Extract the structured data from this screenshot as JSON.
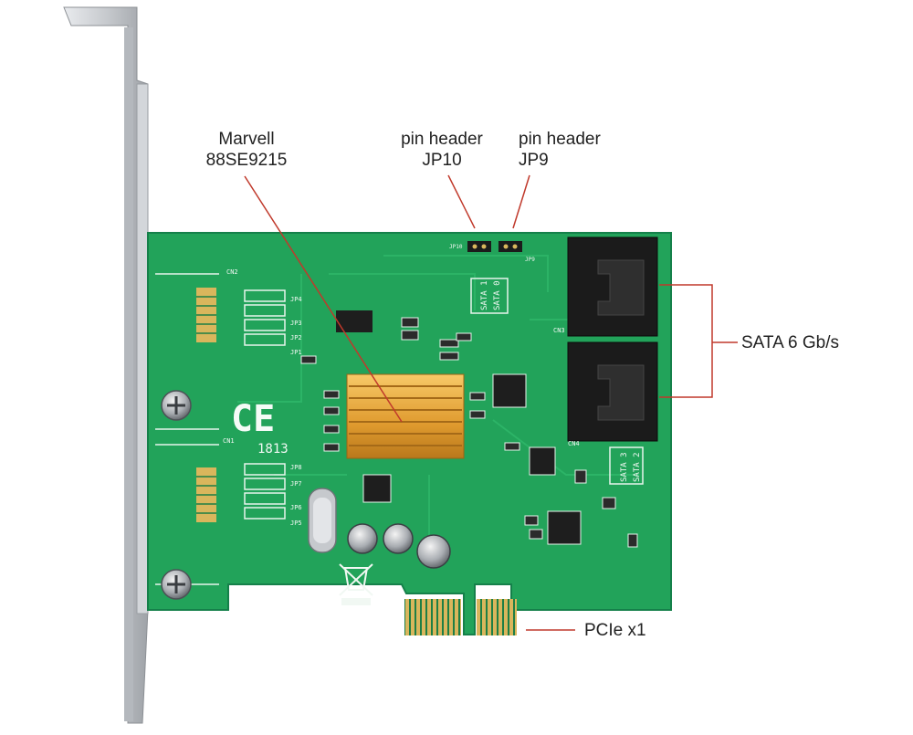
{
  "callouts": {
    "controller": {
      "line1": "Marvell",
      "line2": "88SE9215"
    },
    "jp10": {
      "line1": "pin header",
      "line2": "JP10"
    },
    "jp9": {
      "line1": "pin header",
      "line2": "JP9"
    },
    "sata": {
      "text": "SATA 6 Gb/s"
    },
    "pcie": {
      "text": "PCIe x1"
    }
  },
  "board_silkscreen": {
    "ce_mark": "CE",
    "connectors": [
      "CN1",
      "CN2",
      "CN3",
      "CN4"
    ],
    "sata_ports": [
      "SATA 0",
      "SATA 1",
      "SATA 2",
      "SATA 3"
    ],
    "jumpers": [
      "JP1",
      "JP2",
      "JP3",
      "JP4",
      "JP5",
      "JP6",
      "JP7",
      "JP8"
    ],
    "headers": [
      "JP10",
      "JP9"
    ],
    "date_code": "1813"
  },
  "colors": {
    "pcb": "#22a35a",
    "pcb_dark": "#15804a",
    "heatsink": "#e3a33a",
    "bracket": "#c9ccd0",
    "connector": "#1b1b1b",
    "gold": "#d6b35a",
    "leader": "#c0392b",
    "text": "#222222"
  }
}
